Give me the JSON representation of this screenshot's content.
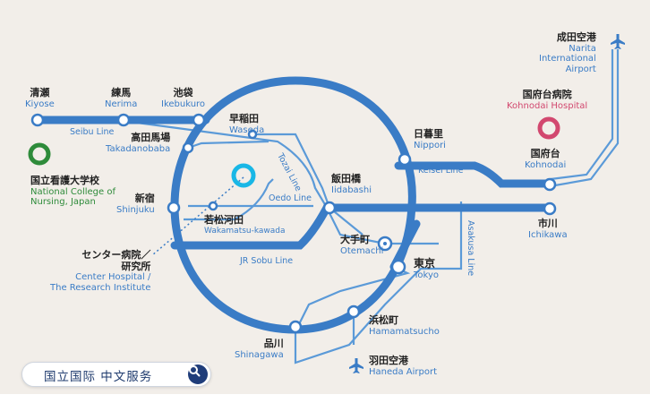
{
  "colors": {
    "background": "#f2eee9",
    "line": "#3a7cc6",
    "line_light": "#5b9ad8",
    "station_fill": "#ffffff",
    "accent_green": "#2e8b3a",
    "accent_pink": "#d2486f",
    "accent_cyan": "#19b7e6"
  },
  "stations": {
    "kiyose": {
      "jp": "清瀬",
      "en": "Kiyose"
    },
    "nerima": {
      "jp": "練馬",
      "en": "Nerima"
    },
    "ikebukuro": {
      "jp": "池袋",
      "en": "Ikebukuro"
    },
    "waseda": {
      "jp": "早稲田",
      "en": "Waseda"
    },
    "takadanobaba": {
      "jp": "高田馬場",
      "en": "Takadanobaba"
    },
    "nippori": {
      "jp": "日暮里",
      "en": "Nippori"
    },
    "shinjuku": {
      "jp": "新宿",
      "en": "Shinjuku"
    },
    "iidabashi": {
      "jp": "飯田橋",
      "en": "Iidabashi"
    },
    "wakamatsu": {
      "jp": "若松河田",
      "en": "Wakamatsu-kawada"
    },
    "otemachi": {
      "jp": "大手町",
      "en": "Otemachi"
    },
    "tokyo": {
      "jp": "東京",
      "en": "Tokyo"
    },
    "kohnodai": {
      "jp": "国府台",
      "en": "Kohnodai"
    },
    "ichikawa": {
      "jp": "市川",
      "en": "Ichikawa"
    },
    "hamamatsucho": {
      "jp": "浜松町",
      "en": "Hamamatsucho"
    },
    "shinagawa": {
      "jp": "品川",
      "en": "Shinagawa"
    }
  },
  "lines": {
    "seibu": "Seibu Line",
    "tozai": "Tozai Line",
    "oedo": "Oedo Line",
    "jr_sobu": "JR Sobu Line",
    "keisei": "Keisei Line",
    "asakusa": "Asakusa Line"
  },
  "facilities": {
    "ncnj": {
      "jp": "国立看護大学校",
      "en1": "National College of",
      "en2": "Nursing, Japan"
    },
    "center": {
      "jp1": "センター病院／",
      "jp2": "研究所",
      "en1": "Center Hospital /",
      "en2": "The Research Institute"
    },
    "kohnodai_hosp": {
      "jp": "国府台病院",
      "en": "Kohnodai Hospital"
    }
  },
  "airports": {
    "narita": {
      "jp": "成田空港",
      "en1": "Narita",
      "en2": "International",
      "en3": "Airport",
      "icon": "airplane-icon"
    },
    "haneda": {
      "jp": "羽田空港",
      "en": "Haneda Airport",
      "icon": "airplane-icon"
    }
  },
  "search": {
    "label": "国立国际 中文服务",
    "icon": "search-icon"
  }
}
